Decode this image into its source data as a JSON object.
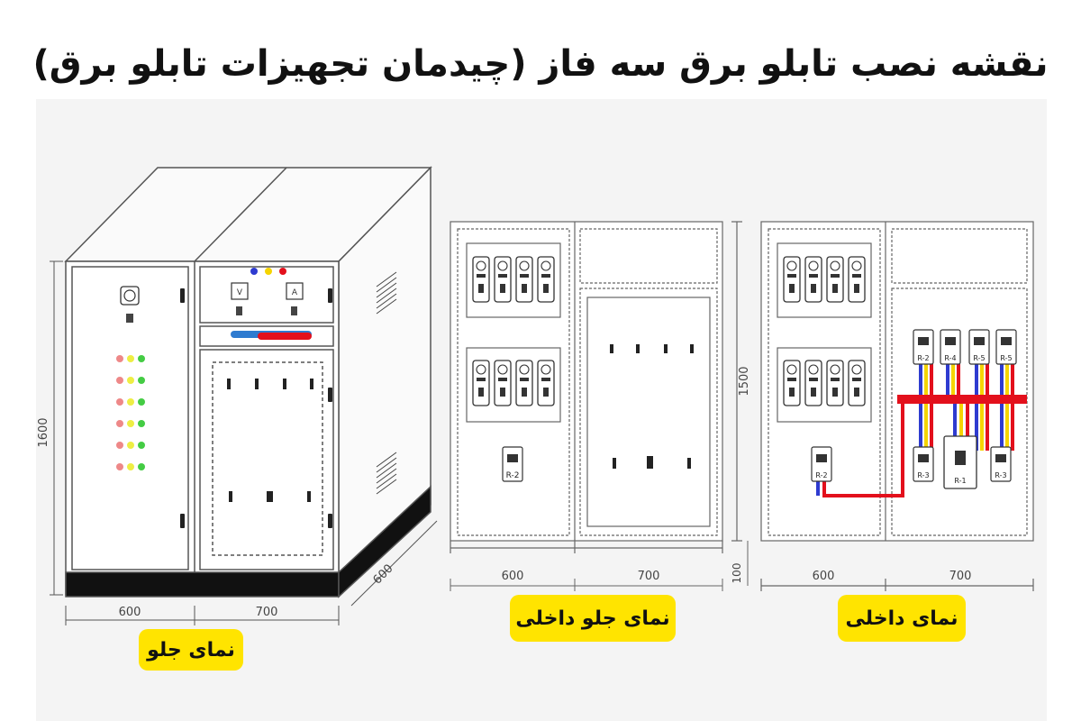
{
  "title": "نقشه نصب تابلو برق سه فاز (چیدمان تجهیزات تابلو برق)",
  "views": {
    "front": {
      "label": "نمای جلو",
      "height_dim": "1600",
      "width_left": "600",
      "width_right": "700",
      "depth": "600",
      "meter_v": "V",
      "meter_a": "A"
    },
    "inner_front": {
      "label": "نمای جلو داخلی",
      "height_dim": "1500",
      "width_left": "600",
      "width_right": "700",
      "relay_label": "R-2"
    },
    "inner": {
      "label": "نمای داخلی",
      "base_dim": "100",
      "width_left": "600",
      "width_right": "700",
      "top_relays": [
        "R-2",
        "R-4",
        "R-5",
        "R-5"
      ],
      "bottom_relays": [
        "R-2",
        "R-3",
        "R-1",
        "R-3"
      ]
    }
  },
  "colors": {
    "badge": "#ffe400",
    "busbar": "#e3101c",
    "wire_blue": "#2e3bd0",
    "wire_yellow": "#f5d400",
    "wire_red": "#e3101c",
    "base": "#111111"
  }
}
